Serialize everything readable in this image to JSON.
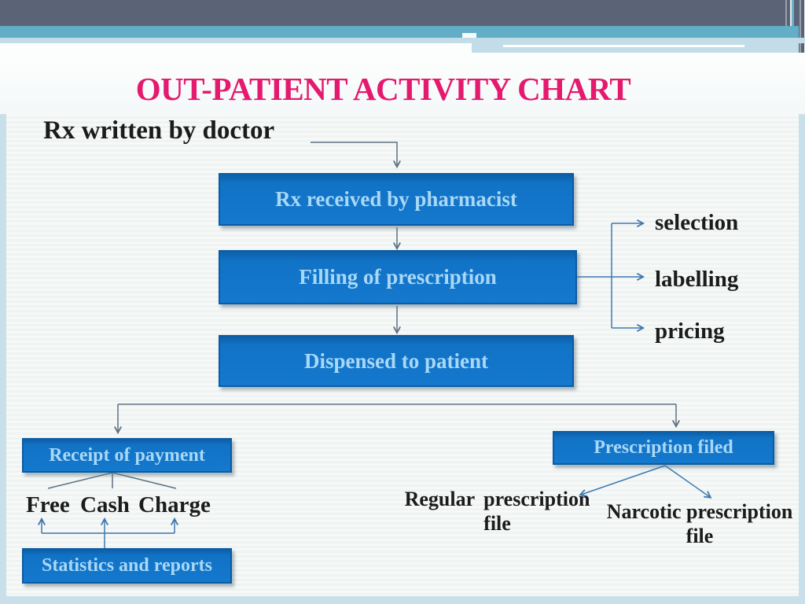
{
  "slide": {
    "title": "OUT-PATIENT ACTIVITY CHART"
  },
  "flowchart": {
    "start_label": "Rx written by doctor",
    "boxes": {
      "rx_received": "Rx received by pharmacist",
      "filling": "Filling of prescription",
      "dispensed": "Dispensed to patient",
      "receipt": "Receipt of payment",
      "statistics": "Statistics and reports",
      "prescription_filed": "Prescription filed"
    },
    "filling_outputs": [
      "selection",
      "labelling",
      "pricing"
    ],
    "payment_modes": [
      "Free",
      "Cash",
      "Charge"
    ],
    "file_types": [
      {
        "line1": "Regular prescription",
        "line2": "file"
      },
      {
        "line1": "Narcotic prescription",
        "line2": "file"
      }
    ],
    "colors": {
      "box_fill": "#1173c6",
      "box_border": "#0b5ca3",
      "box_text": "#a9d8f6",
      "title_text": "#e41a6e",
      "connector_slate": "#5f7081",
      "connector_blue": "#3e78b0",
      "label_text": "#1b1b1b",
      "frame_blue": "#c9e0ea",
      "header_dark": "#5b6376",
      "header_teal": "#62aec7",
      "header_light": "#c3dde8"
    }
  }
}
